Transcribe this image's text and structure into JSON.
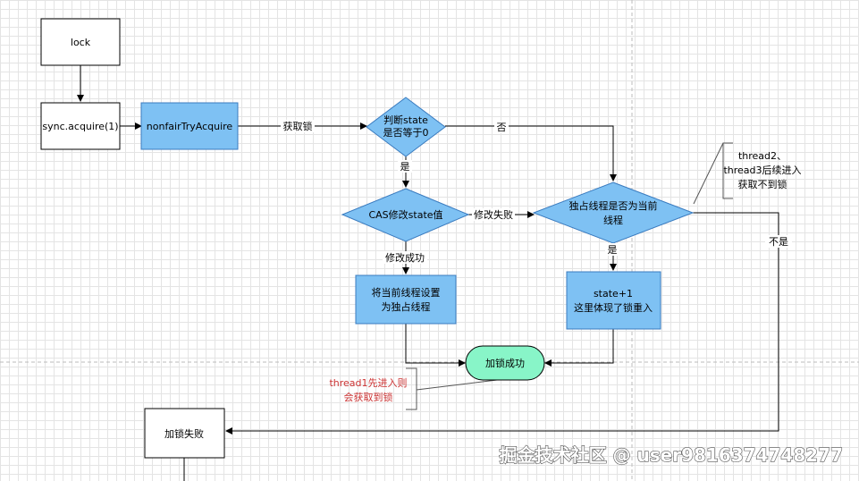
{
  "nodes": {
    "lock": "lock",
    "sync_acquire": "sync.acquire(1)",
    "nonfair_try_acquire": "nonfairTryAcquire",
    "judge_state_1": "判断state",
    "judge_state_2": "是否等于0",
    "cas_modify": "CAS修改state值",
    "exclusive_check_1": "独占线程是否为当前",
    "exclusive_check_2": "线程",
    "set_owner_1": "将当前线程设置",
    "set_owner_2": "为独占线程",
    "state_inc_1": "state+1",
    "state_inc_2": "这里体现了锁重入",
    "lock_success": "加锁成功",
    "lock_fail": "加锁失败"
  },
  "edge_labels": {
    "get_lock": "获取锁",
    "no": "否",
    "yes_1": "是",
    "modify_fail": "修改失败",
    "modify_success": "修改成功",
    "yes_2": "是",
    "not_yes": "不是"
  },
  "annotations": {
    "thread23_1": "thread2、",
    "thread23_2": "thread3后续进入",
    "thread23_3": "获取不到锁",
    "thread1_1": "thread1先进入则",
    "thread1_2": "会获取到锁"
  },
  "watermark": "掘金技术社区 @ user9816374748277",
  "colors": {
    "blue_fill": "#7ec1f3",
    "blue_stroke": "#3a7bbf",
    "green_fill": "#88f5c8",
    "white_fill": "#ffffff",
    "red_text": "#cc3333"
  }
}
